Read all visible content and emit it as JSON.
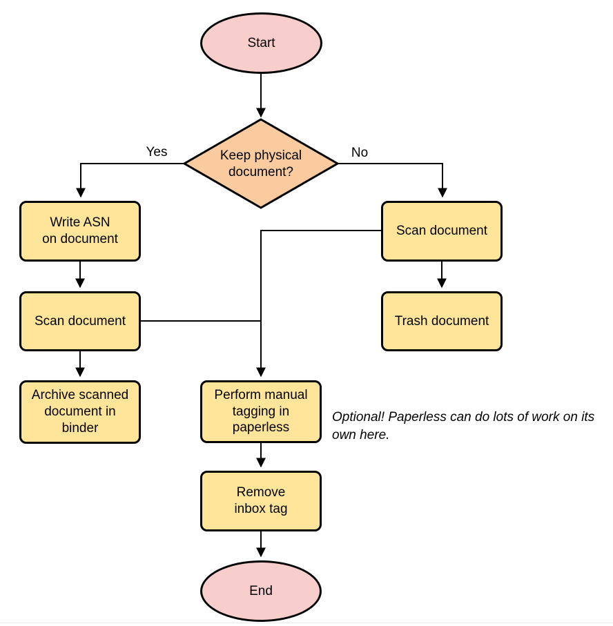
{
  "palette": {
    "terminator_fill": "#F8CECC",
    "process_fill": "#FFE599",
    "decision_fill": "#FACB9E",
    "stroke": "#000000",
    "text_color": "#000000",
    "divider_color": "#EBEBEB"
  },
  "nodes": {
    "start": {
      "type": "terminator",
      "label": "Start"
    },
    "decision": {
      "type": "decision",
      "label": "Keep physical\ndocument?"
    },
    "write_asn": {
      "type": "process",
      "label": "Write ASN\non document"
    },
    "scan_left": {
      "type": "process",
      "label": "Scan document"
    },
    "archive": {
      "type": "process",
      "label": "Archive scanned\ndocument in\nbinder"
    },
    "scan_right": {
      "type": "process",
      "label": "Scan document"
    },
    "trash": {
      "type": "process",
      "label": "Trash document"
    },
    "tagging": {
      "type": "process",
      "label": "Perform manual\ntagging in\npaperless"
    },
    "remove_inbox": {
      "type": "process",
      "label": "Remove\ninbox tag"
    },
    "end": {
      "type": "terminator",
      "label": "End"
    }
  },
  "edge_labels": {
    "yes": "Yes",
    "no": "No"
  },
  "edges": [
    {
      "from": "start",
      "to": "decision",
      "label": ""
    },
    {
      "from": "decision",
      "to": "write_asn",
      "label": "Yes"
    },
    {
      "from": "decision",
      "to": "scan_right",
      "label": "No"
    },
    {
      "from": "write_asn",
      "to": "scan_left",
      "label": ""
    },
    {
      "from": "scan_left",
      "to": "archive",
      "label": ""
    },
    {
      "from": "scan_left",
      "to": "tagging",
      "label": ""
    },
    {
      "from": "scan_right",
      "to": "trash",
      "label": ""
    },
    {
      "from": "scan_right",
      "to": "tagging",
      "label": ""
    },
    {
      "from": "tagging",
      "to": "remove_inbox",
      "label": ""
    },
    {
      "from": "remove_inbox",
      "to": "end",
      "label": ""
    }
  ],
  "note": {
    "text": "Optional! Paperless can do lots of work on its own here."
  }
}
